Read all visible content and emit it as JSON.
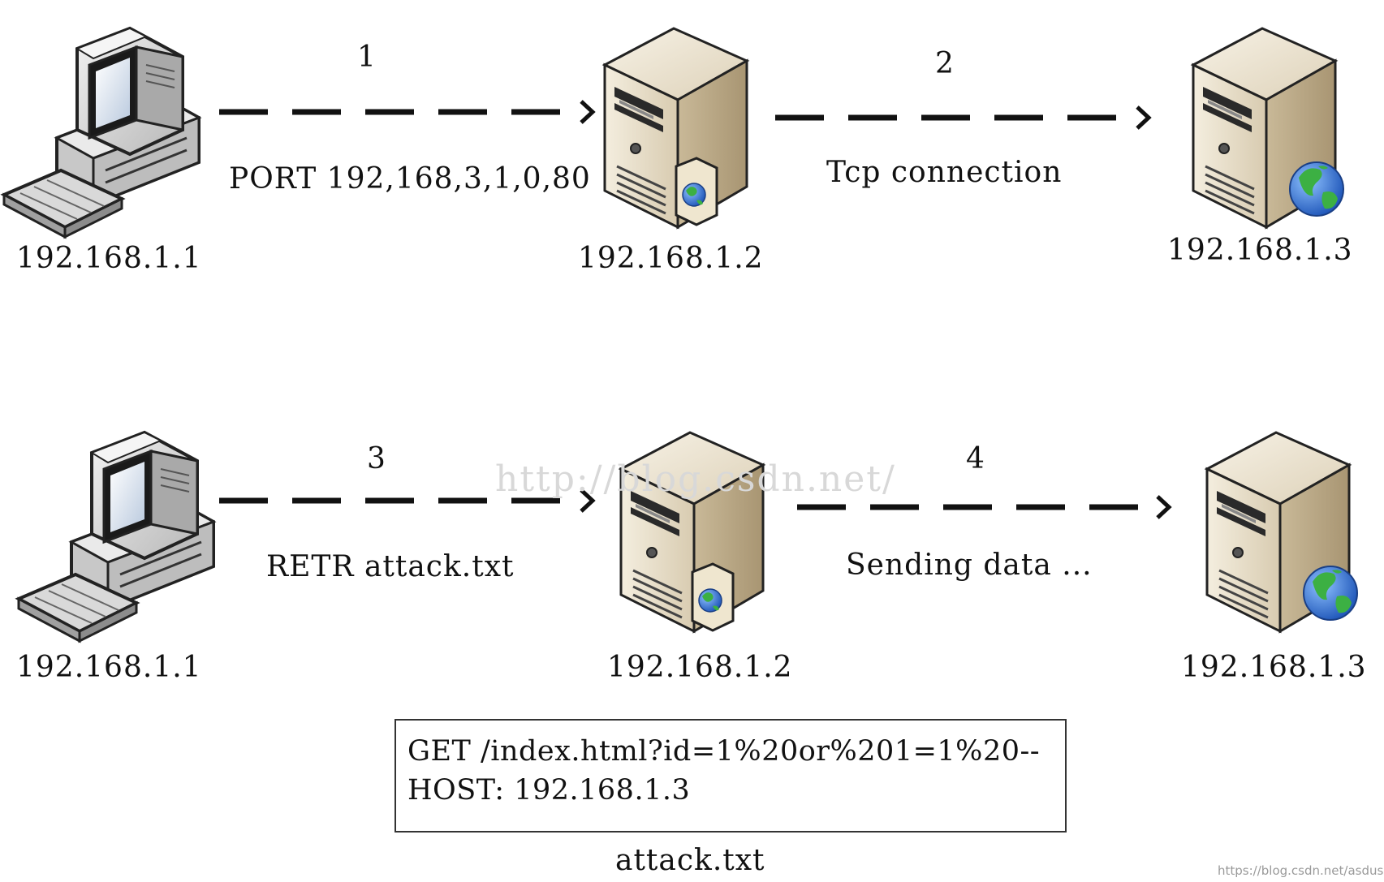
{
  "step1": {
    "number": "1",
    "label": "PORT 192,168,3,1,0,80",
    "source": "192.168.1.1",
    "target": "192.168.1.2"
  },
  "step2": {
    "number": "2",
    "label": "Tcp connection",
    "target": "192.168.1.3"
  },
  "step3": {
    "number": "3",
    "label": "RETR attack.txt",
    "source": "192.168.1.1",
    "target": "192.168.1.2"
  },
  "step4": {
    "number": "4",
    "label": "Sending data ...",
    "target": "192.168.1.3"
  },
  "file": {
    "line1": "GET /index.html?id=1%20or%201=1%20--",
    "line2": "HOST: 192.168.1.3",
    "caption": "attack.txt"
  },
  "watermark": "http://blog.csdn.net/",
  "credit": "https://blog.csdn.net/asdushf",
  "colors": {
    "server_body": "#d9ccb0",
    "server_front": "#eee5d0",
    "globe_ocean": "#2f6fd1",
    "globe_land": "#3cb043"
  }
}
